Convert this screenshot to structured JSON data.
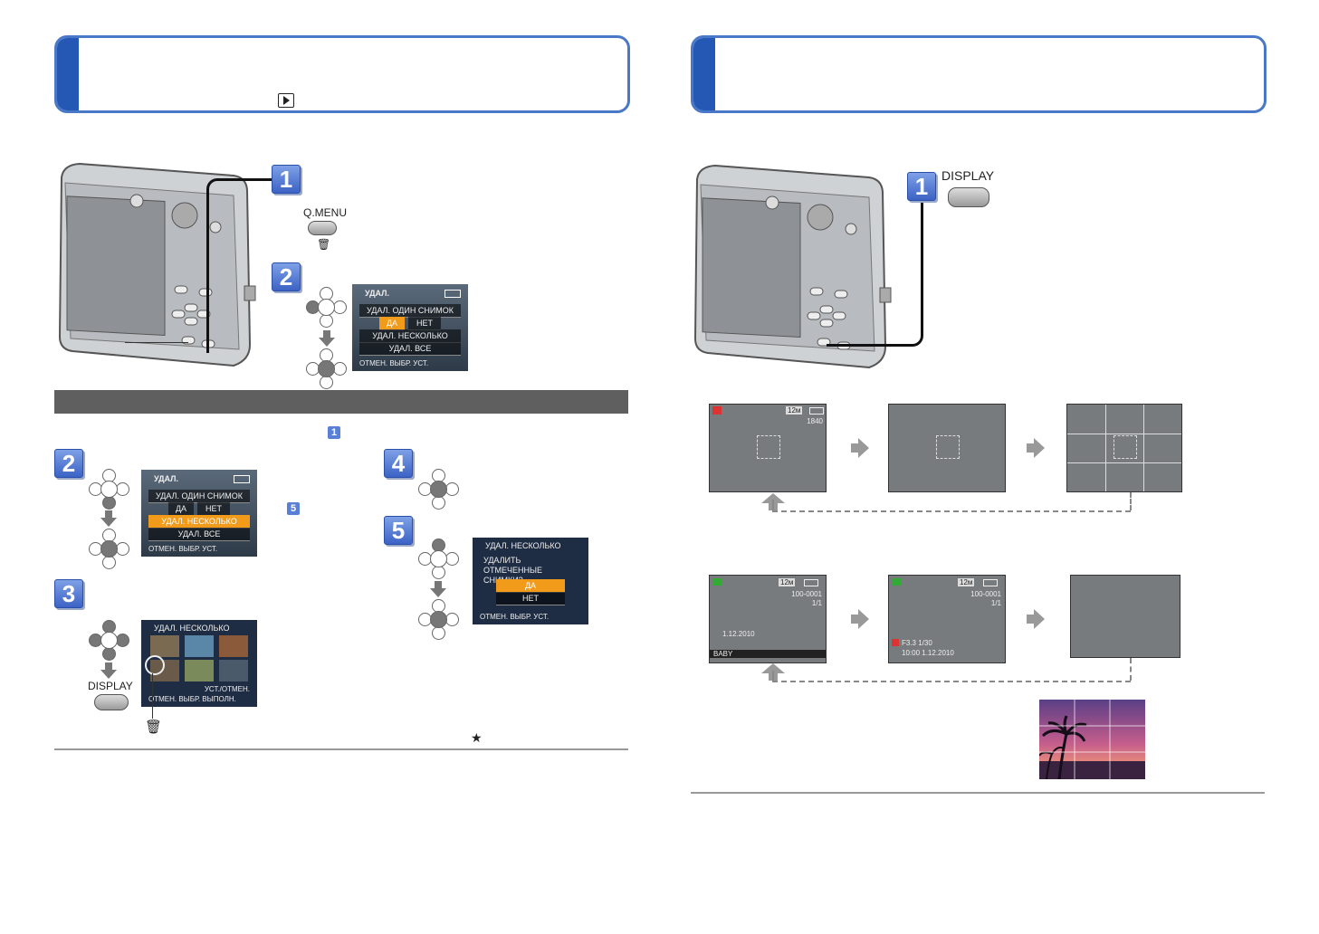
{
  "left": {
    "title_line1": "",
    "play_icon": "play-icon",
    "step1": {
      "number": "1",
      "button_label": "Q.MENU"
    },
    "step2": {
      "number": "2"
    },
    "lcd_delete": {
      "title": "УДАЛ.",
      "rows": [
        "УДАЛ. ОДИН СНИМОК",
        "ДА",
        "НЕТ",
        "УДАЛ. НЕСКОЛЬКО",
        "УДАЛ. ВСЕ"
      ],
      "footer": "ОТМЕН. ВЫБР. УСТ."
    },
    "section_bar": "",
    "ref_step": "1",
    "steps": [
      {
        "number": "2"
      },
      {
        "number": "3",
        "button_label": "DISPLAY"
      },
      {
        "number": "4"
      },
      {
        "number": "5"
      }
    ],
    "ref_step5": "5",
    "lcd_multi": {
      "title": "УДАЛ.",
      "rows": [
        "УДАЛ. ОДИН СНИМОК",
        "ДА",
        "НЕТ",
        "УДАЛ. НЕСКОЛЬКО",
        "УДАЛ. ВСЕ"
      ],
      "footer": "ОТМЕН. ВЫБР. УСТ."
    },
    "lcd_grid": {
      "title": "УДАЛ. НЕСКОЛЬКО",
      "footer1": "УСТ./ОТМЕН.",
      "footer2": "ОТМЕН. ВЫБР. ВЫПОЛН."
    },
    "lcd_confirm": {
      "title": "УДАЛ. НЕСКОЛЬКО",
      "question": "УДАЛИТЬ ОТМЕЧЕННЫЕ СНИМКИ?",
      "yes": "ДА",
      "no": "НЕТ",
      "footer": "ОТМЕН. ВЫБР. УСТ."
    },
    "star": "★"
  },
  "right": {
    "step1": {
      "number": "1",
      "button_label": "DISPLAY"
    },
    "rec_screen": {
      "size": "12м",
      "count": "1840"
    },
    "play_screen": {
      "size": "12м",
      "file": "100-0001",
      "count": "1/1",
      "date": "1.12.2010",
      "name": "BABY"
    },
    "play_screen2": {
      "size": "12м",
      "file": "100-0001",
      "count": "1/1",
      "exif": "F3.3 1/30",
      "exif2": "10:00 1.12.2010"
    }
  },
  "colors": {
    "accent": "#2557b5",
    "border": "#4a78c8",
    "select": "#f29a1a",
    "bar": "#5f5f5f"
  }
}
